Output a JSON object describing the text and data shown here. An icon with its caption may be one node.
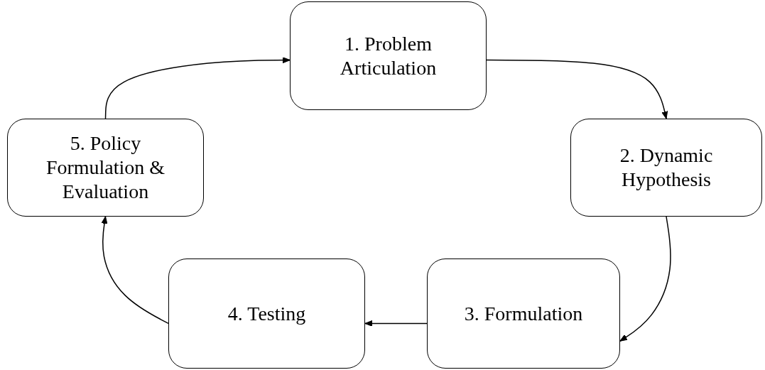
{
  "diagram": {
    "nodes": [
      {
        "text": [
          "1. Problem Articulation"
        ]
      },
      {
        "text": [
          "2. Dynamic Hypothesis"
        ]
      },
      {
        "text": [
          "3. Formulation"
        ]
      },
      {
        "text": [
          "4. Testing"
        ]
      },
      {
        "text": [
          "5. Policy Formulation & Evaluation"
        ]
      }
    ],
    "edges": [
      {
        "from": 0,
        "to": 1,
        "arrow": "to"
      },
      {
        "from": 1,
        "to": 2,
        "arrow": "to"
      },
      {
        "from": 2,
        "to": 3,
        "arrow": "to"
      },
      {
        "from": 3,
        "to": 4,
        "arrow": "to"
      },
      {
        "from": 4,
        "to": 0,
        "arrow": "to"
      }
    ]
  }
}
